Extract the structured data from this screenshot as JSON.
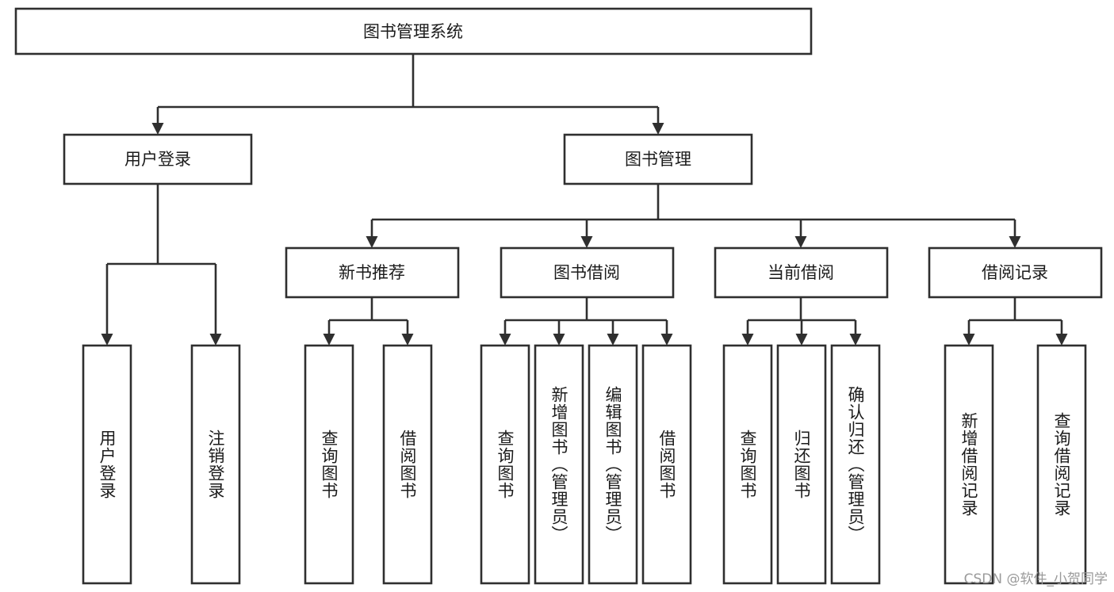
{
  "diagram": {
    "type": "tree-hierarchy",
    "title": "图书管理系统",
    "orientation": "top-down",
    "levels": 4,
    "root": {
      "id": "root",
      "label": "图书管理系统",
      "orientation": "horizontal"
    },
    "level2": [
      {
        "id": "user-login",
        "label": "用户登录",
        "orientation": "horizontal"
      },
      {
        "id": "book-manage",
        "label": "图书管理",
        "orientation": "horizontal"
      }
    ],
    "level3": [
      {
        "id": "new-book-rec",
        "label": "新书推荐",
        "orientation": "horizontal",
        "parent": "book-manage"
      },
      {
        "id": "book-borrow",
        "label": "图书借阅",
        "orientation": "horizontal",
        "parent": "book-manage"
      },
      {
        "id": "current-borrow",
        "label": "当前借阅",
        "orientation": "horizontal",
        "parent": "book-manage"
      },
      {
        "id": "borrow-record",
        "label": "借阅记录",
        "orientation": "horizontal",
        "parent": "book-manage"
      }
    ],
    "leaves": [
      {
        "id": "leaf-user-login",
        "label": "用户登录",
        "parent": "user-login",
        "orientation": "vertical"
      },
      {
        "id": "leaf-user-logout",
        "label": "注销登录",
        "parent": "user-login",
        "orientation": "vertical"
      },
      {
        "id": "leaf-query-book-1",
        "label": "查询图书",
        "parent": "new-book-rec",
        "orientation": "vertical"
      },
      {
        "id": "leaf-borrow-book-1",
        "label": "借阅图书",
        "parent": "new-book-rec",
        "orientation": "vertical"
      },
      {
        "id": "leaf-query-book-2",
        "label": "查询图书",
        "parent": "book-borrow",
        "orientation": "vertical"
      },
      {
        "id": "leaf-add-book",
        "label": "新增图书（管理员）",
        "parent": "book-borrow",
        "orientation": "vertical"
      },
      {
        "id": "leaf-edit-book",
        "label": "编辑图书（管理员）",
        "parent": "book-borrow",
        "orientation": "vertical"
      },
      {
        "id": "leaf-borrow-book-2",
        "label": "借阅图书",
        "parent": "book-borrow",
        "orientation": "vertical"
      },
      {
        "id": "leaf-query-book-3",
        "label": "查询图书",
        "parent": "current-borrow",
        "orientation": "vertical"
      },
      {
        "id": "leaf-return-book",
        "label": "归还图书",
        "parent": "current-borrow",
        "orientation": "vertical"
      },
      {
        "id": "leaf-confirm-return",
        "label": "确认归还（管理员）",
        "parent": "current-borrow",
        "orientation": "vertical"
      },
      {
        "id": "leaf-add-record",
        "label": "新增借阅记录",
        "parent": "borrow-record",
        "orientation": "vertical"
      },
      {
        "id": "leaf-query-record",
        "label": "查询借阅记录",
        "parent": "borrow-record",
        "orientation": "vertical"
      }
    ],
    "colors": {
      "box_fill": "#ffffff",
      "box_stroke": "#2f2f2f",
      "text": "#1b1b1b",
      "background": "#ffffff",
      "watermark": "#9a9a9a"
    }
  },
  "watermark": {
    "text": "CSDN @软件_小贺同学"
  }
}
